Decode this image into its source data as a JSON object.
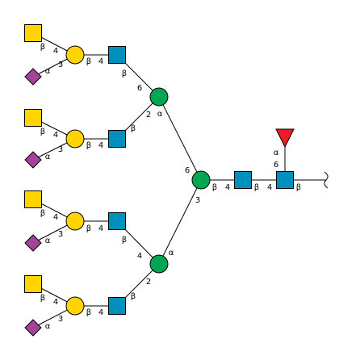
{
  "colors": {
    "galactose": "#FFD400",
    "galnac": "#FFD400",
    "glcnac": "#0090BC",
    "mannose": "#00A651",
    "fucose": "#ED1C24",
    "neuac": "#A54399",
    "line": "#000000"
  },
  "residues": [
    {
      "id": "r1",
      "kind": "galnac",
      "icon": "yellow-square-icon"
    },
    {
      "id": "r2",
      "kind": "neuac",
      "icon": "purple-diamond-icon"
    },
    {
      "id": "r3",
      "kind": "galactose",
      "icon": "yellow-circle-icon"
    },
    {
      "id": "r4",
      "kind": "glcnac",
      "icon": "blue-square-icon"
    },
    {
      "id": "r5",
      "kind": "galnac",
      "icon": "yellow-square-icon"
    },
    {
      "id": "r6",
      "kind": "neuac",
      "icon": "purple-diamond-icon"
    },
    {
      "id": "r7",
      "kind": "galactose",
      "icon": "yellow-circle-icon"
    },
    {
      "id": "r8",
      "kind": "glcnac",
      "icon": "blue-square-icon"
    },
    {
      "id": "r9",
      "kind": "mannose",
      "icon": "green-circle-icon"
    },
    {
      "id": "r10",
      "kind": "galnac",
      "icon": "yellow-square-icon"
    },
    {
      "id": "r11",
      "kind": "neuac",
      "icon": "purple-diamond-icon"
    },
    {
      "id": "r12",
      "kind": "galactose",
      "icon": "yellow-circle-icon"
    },
    {
      "id": "r13",
      "kind": "glcnac",
      "icon": "blue-square-icon"
    },
    {
      "id": "r14",
      "kind": "galnac",
      "icon": "yellow-square-icon"
    },
    {
      "id": "r15",
      "kind": "neuac",
      "icon": "purple-diamond-icon"
    },
    {
      "id": "r16",
      "kind": "galactose",
      "icon": "yellow-circle-icon"
    },
    {
      "id": "r17",
      "kind": "glcnac",
      "icon": "blue-square-icon"
    },
    {
      "id": "r18",
      "kind": "mannose",
      "icon": "green-circle-icon"
    },
    {
      "id": "r19",
      "kind": "mannose",
      "icon": "green-circle-icon"
    },
    {
      "id": "r20",
      "kind": "glcnac",
      "icon": "blue-square-icon"
    },
    {
      "id": "r21",
      "kind": "fucose",
      "icon": "red-triangle-icon"
    },
    {
      "id": "r22",
      "kind": "glcnac",
      "icon": "blue-square-icon"
    }
  ],
  "linkages": [
    {
      "id": "l1",
      "from": "r1",
      "to": "r3",
      "anomer": "β",
      "position": "4"
    },
    {
      "id": "l2",
      "from": "r2",
      "to": "r3",
      "anomer": "α",
      "position": "3"
    },
    {
      "id": "l3",
      "from": "r3",
      "to": "r4",
      "anomer": "β",
      "position": "4"
    },
    {
      "id": "l4",
      "from": "r4",
      "to": "r9",
      "anomer": "β",
      "position": "6"
    },
    {
      "id": "l5",
      "from": "r5",
      "to": "r7",
      "anomer": "β",
      "position": "4"
    },
    {
      "id": "l6",
      "from": "r6",
      "to": "r7",
      "anomer": "α",
      "position": "3"
    },
    {
      "id": "l7",
      "from": "r7",
      "to": "r8",
      "anomer": "β",
      "position": "4"
    },
    {
      "id": "l8",
      "from": "r8",
      "to": "r9",
      "anomer": "β",
      "position": "2"
    },
    {
      "id": "l9",
      "from": "r9",
      "to": "r19",
      "anomer": "α",
      "position": "6"
    },
    {
      "id": "l10",
      "from": "r10",
      "to": "r12",
      "anomer": "β",
      "position": "4"
    },
    {
      "id": "l11",
      "from": "r11",
      "to": "r12",
      "anomer": "α",
      "position": "3"
    },
    {
      "id": "l12",
      "from": "r12",
      "to": "r13",
      "anomer": "β",
      "position": "4"
    },
    {
      "id": "l13",
      "from": "r13",
      "to": "r18",
      "anomer": "β",
      "position": "4"
    },
    {
      "id": "l14",
      "from": "r14",
      "to": "r16",
      "anomer": "β",
      "position": "4"
    },
    {
      "id": "l15",
      "from": "r15",
      "to": "r16",
      "anomer": "α",
      "position": "3"
    },
    {
      "id": "l16",
      "from": "r16",
      "to": "r17",
      "anomer": "β",
      "position": "4"
    },
    {
      "id": "l17",
      "from": "r17",
      "to": "r18",
      "anomer": "β",
      "position": "2"
    },
    {
      "id": "l18",
      "from": "r18",
      "to": "r19",
      "anomer": "α",
      "position": "3"
    },
    {
      "id": "l19",
      "from": "r19",
      "to": "r20",
      "anomer": "β",
      "position": "4"
    },
    {
      "id": "l20",
      "from": "r20",
      "to": "r22",
      "anomer": "β",
      "position": "4"
    },
    {
      "id": "l21",
      "from": "r21",
      "to": "r22",
      "anomer": "α",
      "position": "6"
    },
    {
      "id": "l22",
      "from": "r22",
      "to": "reducing-end",
      "anomer": "β",
      "position": ""
    }
  ]
}
